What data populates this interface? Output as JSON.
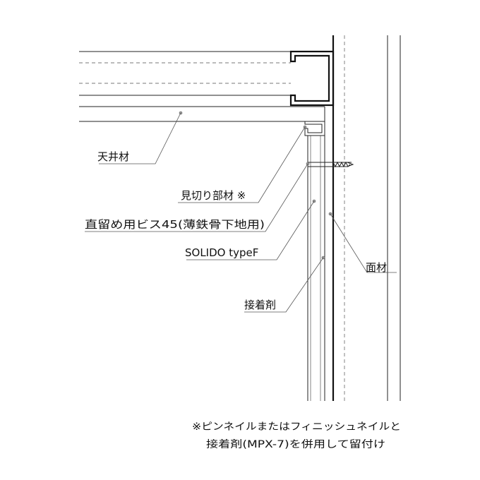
{
  "labels": {
    "ceiling": "天井材",
    "trim": "見切り部材 ※",
    "screw": "直留め用ビス45(薄鉄骨下地用)",
    "product": "SOLIDO typeF",
    "adhesive": "接着剤",
    "facing": "面材"
  },
  "note": {
    "line1": "※ピンネイルまたはフィニッシュネイルと",
    "line2": "接着剤(MPX-7)を併用して留付け"
  }
}
